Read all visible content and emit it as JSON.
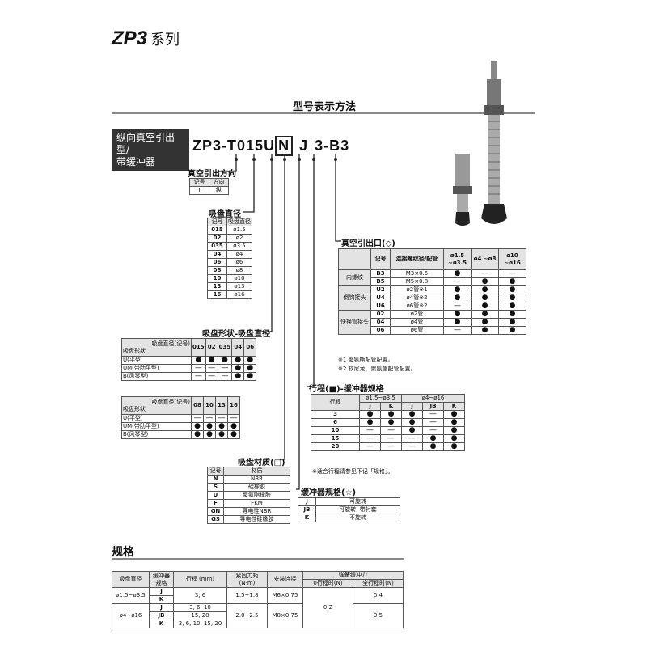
{
  "title": {
    "model": "ZP3",
    "series": "系列"
  },
  "section_model": "型号表示方法",
  "type_box": [
    "纵向真空引出型/",
    "带缓冲器"
  ],
  "code": {
    "p1": "ZP3-T",
    "p2": "015",
    "p3": "U",
    "p4": "N",
    "p5": "J",
    "p6": "3",
    "p7": "-B3"
  },
  "dir": {
    "label": "真空引出方向",
    "headers": [
      "记号",
      "方向"
    ],
    "rows": [
      [
        "T",
        "纵"
      ]
    ]
  },
  "dia": {
    "label": "吸盘直径",
    "headers": [
      "记号",
      "吸盘直径"
    ],
    "rows": [
      [
        "015",
        "ø1.5"
      ],
      [
        "02",
        "ø2"
      ],
      [
        "035",
        "ø3.5"
      ],
      [
        "04",
        "ø4"
      ],
      [
        "06",
        "ø6"
      ],
      [
        "08",
        "ø8"
      ],
      [
        "10",
        "ø10"
      ],
      [
        "13",
        "ø13"
      ],
      [
        "16",
        "ø16"
      ]
    ]
  },
  "shape": {
    "label": "吸盘形状-吸盘直径",
    "corner_top": "吸盘直径(记号)",
    "corner_bottom": "吸盘形状",
    "t1_cols": [
      "015",
      "02",
      "035",
      "04",
      "06"
    ],
    "t1_rows": [
      {
        "name": "U(平型)",
        "cells": [
          "●",
          "●",
          "●",
          "●",
          "●"
        ]
      },
      {
        "name": "UM(带肋平型)",
        "cells": [
          "—",
          "—",
          "—",
          "●",
          "●"
        ]
      },
      {
        "name": "B(风琴型)",
        "cells": [
          "—",
          "—",
          "—",
          "●",
          "●"
        ]
      }
    ],
    "t2_cols": [
      "08",
      "10",
      "13",
      "16"
    ],
    "t2_rows": [
      {
        "name": "U(平型)",
        "cells": [
          "—",
          "—",
          "—",
          "—"
        ]
      },
      {
        "name": "UM(带肋平型)",
        "cells": [
          "●",
          "●",
          "●",
          "●"
        ]
      },
      {
        "name": "B(风琴型)",
        "cells": [
          "●",
          "●",
          "●",
          "●"
        ]
      }
    ]
  },
  "material": {
    "label": "吸盘材质(□)",
    "headers": [
      "记号",
      "材质"
    ],
    "rows": [
      [
        "N",
        "NBR"
      ],
      [
        "S",
        "硅橡胶"
      ],
      [
        "U",
        "聚氨酯橡胶"
      ],
      [
        "F",
        "FKM"
      ],
      [
        "GN",
        "导电性NBR"
      ],
      [
        "GS",
        "导电性硅橡胶"
      ]
    ]
  },
  "port": {
    "label": "真空引出口(◇)",
    "headers": [
      "记号",
      "连接螺纹径/配管",
      "ø1.5 ~ø3.5",
      "ø4 ~ø8",
      "ø10 ~ø16"
    ],
    "groups": [
      {
        "name": "内螺纹",
        "rows": [
          [
            "B3",
            "M3×0.5",
            "●",
            "—",
            "—"
          ],
          [
            "B5",
            "M5×0.8",
            "—",
            "●",
            "●"
          ]
        ]
      },
      {
        "name": "倒钩接头",
        "rows": [
          [
            "U2",
            "ø2管※1",
            "●",
            "●",
            "●"
          ],
          [
            "U4",
            "ø4管※2",
            "●",
            "●",
            "●"
          ],
          [
            "U6",
            "ø6管※2",
            "—",
            "●",
            "●"
          ]
        ]
      },
      {
        "name": "快换管接头",
        "rows": [
          [
            "02",
            "ø2管",
            "●",
            "●",
            "●"
          ],
          [
            "04",
            "ø4管",
            "●",
            "●",
            "●"
          ],
          [
            "06",
            "ø6管",
            "—",
            "●",
            "●"
          ]
        ]
      }
    ],
    "notes": [
      "※1 聚氨酯配管配置。",
      "※2 软尼龙、聚氨酯配管配置。"
    ]
  },
  "stroke": {
    "label": "行程(■)-缓冲器规格",
    "head1": [
      "行程",
      "ø1.5~ø3.5",
      "ø4~ø16"
    ],
    "head2": [
      "J",
      "K",
      "J",
      "JB",
      "K"
    ],
    "rows": [
      [
        "3",
        "●",
        "●",
        "●",
        "—",
        "●"
      ],
      [
        "6",
        "●",
        "●",
        "●",
        "—",
        "●"
      ],
      [
        "10",
        "—",
        "—",
        "●",
        "—",
        "●"
      ],
      [
        "15",
        "—",
        "—",
        "—",
        "●",
        "●"
      ],
      [
        "20",
        "—",
        "—",
        "—",
        "●",
        "●"
      ]
    ],
    "note": "※适合行程请参见下记「规格」。"
  },
  "buffer": {
    "label": "缓冲器规格(☆)",
    "rows": [
      [
        "J",
        "可旋转"
      ],
      [
        "JB",
        "可旋转, 带衬套"
      ],
      [
        "K",
        "不旋转"
      ]
    ]
  },
  "section_spec": "规格",
  "spec": {
    "head_top": [
      "吸盘直径",
      "缓冲器规格",
      "行程 (mm)",
      "紧固力矩 (N·m)",
      "安装连接",
      "弹簧缓冲力"
    ],
    "head_sub": [
      "0行程时(N)",
      "全行程时(N)"
    ],
    "rows": [
      {
        "dia": "ø1.5~ø3.5",
        "buf": "J",
        "stroke": "3, 6",
        "torque": "1.5~1.8",
        "mount": "M6×0.75",
        "zero": "0.2",
        "full": "0.4"
      },
      {
        "dia": "",
        "buf": "K",
        "stroke": "",
        "torque": "",
        "mount": "",
        "zero": "",
        "full": ""
      },
      {
        "dia": "ø4~ø16",
        "buf": "J",
        "stroke": "3, 6, 10",
        "torque": "2.0~2.5",
        "mount": "M8×0.75",
        "zero": "",
        "full": "0.5"
      },
      {
        "dia": "",
        "buf": "JB",
        "stroke": "15, 20",
        "torque": "",
        "mount": "",
        "zero": "",
        "full": ""
      },
      {
        "dia": "",
        "buf": "K",
        "stroke": "3, 6, 10, 15, 20",
        "torque": "",
        "mount": "",
        "zero": "",
        "full": ""
      }
    ]
  },
  "colors": {
    "rule": "#888888",
    "header_bg": "#e3e3e3",
    "box_bg": "#333333"
  }
}
